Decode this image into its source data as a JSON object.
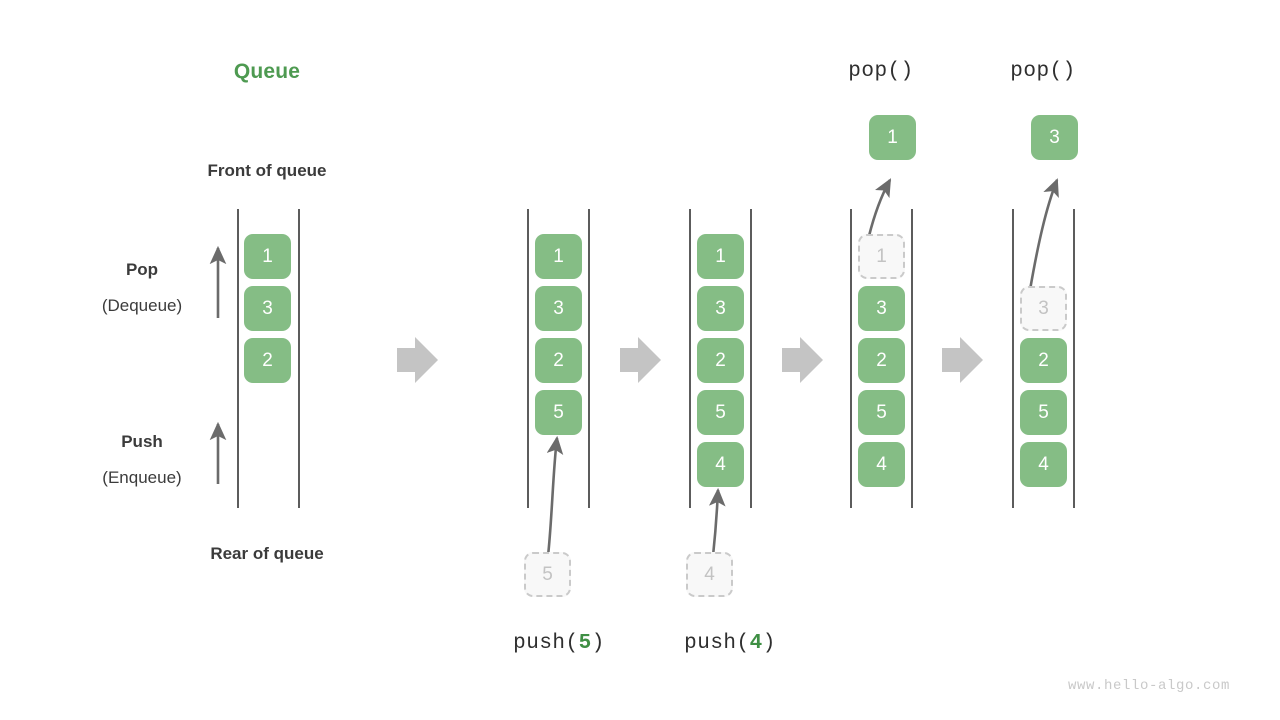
{
  "title": "Queue",
  "labels": {
    "front_of_queue": "Front of queue",
    "rear_of_queue": "Rear of queue",
    "pop": "Pop",
    "pop_alt": "(Dequeue)",
    "push": "Push",
    "push_alt": "(Enqueue)"
  },
  "watermark": "www.hello-algo.com",
  "colors": {
    "accent_green": "#4e9a51",
    "cell_green": "#85bd85",
    "ghost_fill": "#f8f8f8",
    "ghost_border": "#cacaca",
    "ghost_text": "#c3c3c3",
    "rail": "#4a4a4a",
    "arrow_gray": "#c4c4c4",
    "arrow_dark": "#6b6b6b",
    "text_dark": "#3b3b3b",
    "watermark": "#c9c9c9"
  },
  "columns": [
    {
      "id": "initial",
      "caption": "",
      "top_caption": "",
      "popped_value": "",
      "cells": [
        {
          "value": "1",
          "state": "filled"
        },
        {
          "value": "3",
          "state": "filled"
        },
        {
          "value": "2",
          "state": "filled"
        }
      ],
      "incoming": null
    },
    {
      "id": "push5",
      "caption": "push(5)",
      "caption_op": "push",
      "caption_arg": "5",
      "top_caption": "",
      "popped_value": "",
      "cells": [
        {
          "value": "1",
          "state": "filled"
        },
        {
          "value": "3",
          "state": "filled"
        },
        {
          "value": "2",
          "state": "filled"
        },
        {
          "value": "5",
          "state": "filled"
        }
      ],
      "incoming": {
        "value": "5",
        "state": "ghost"
      }
    },
    {
      "id": "push4",
      "caption": "push(4)",
      "caption_op": "push",
      "caption_arg": "4",
      "top_caption": "",
      "popped_value": "",
      "cells": [
        {
          "value": "1",
          "state": "filled"
        },
        {
          "value": "3",
          "state": "filled"
        },
        {
          "value": "2",
          "state": "filled"
        },
        {
          "value": "5",
          "state": "filled"
        },
        {
          "value": "4",
          "state": "filled"
        }
      ],
      "incoming": {
        "value": "4",
        "state": "ghost"
      }
    },
    {
      "id": "pop1",
      "caption": "",
      "top_caption": "pop()",
      "popped_value": "1",
      "cells": [
        {
          "value": "1",
          "state": "ghost"
        },
        {
          "value": "3",
          "state": "filled"
        },
        {
          "value": "2",
          "state": "filled"
        },
        {
          "value": "5",
          "state": "filled"
        },
        {
          "value": "4",
          "state": "filled"
        }
      ],
      "incoming": null
    },
    {
      "id": "pop3",
      "caption": "",
      "top_caption": "pop()",
      "popped_value": "3",
      "cells": [
        {
          "value": "3",
          "state": "ghost"
        },
        {
          "value": "2",
          "state": "filled"
        },
        {
          "value": "5",
          "state": "filled"
        },
        {
          "value": "4",
          "state": "filled"
        }
      ],
      "incoming": null
    }
  ],
  "transition_arrows": 4
}
